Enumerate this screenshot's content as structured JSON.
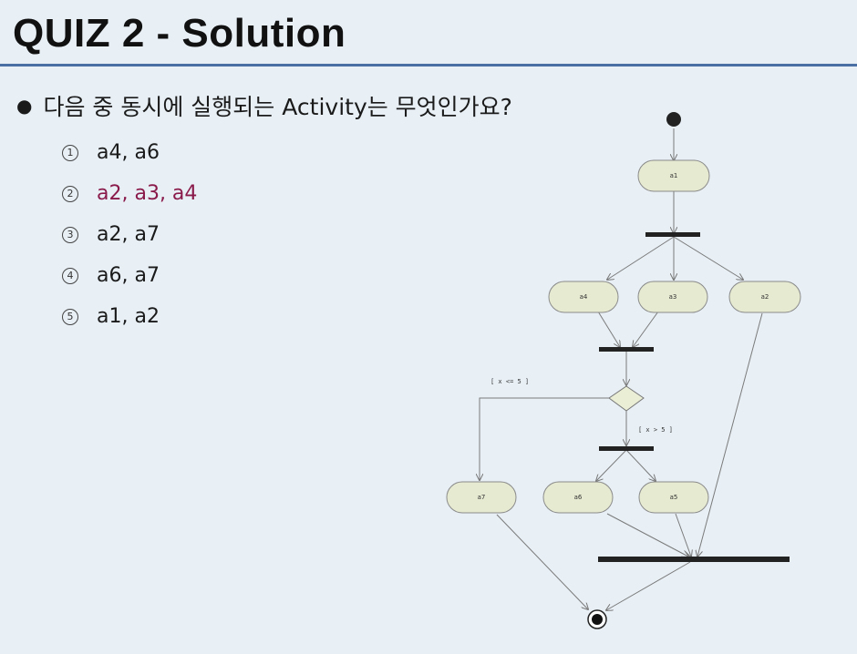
{
  "title": "QUIZ 2 - Solution",
  "question": {
    "bullet": "●",
    "text": "다음 중 동시에 실행되는 Activity는 무엇인가요?"
  },
  "options": [
    {
      "num": "1",
      "text": "a4, a6"
    },
    {
      "num": "2",
      "text": "a2, a3, a4"
    },
    {
      "num": "3",
      "text": "a2, a7"
    },
    {
      "num": "4",
      "text": "a6, a7"
    },
    {
      "num": "5",
      "text": "a1, a2"
    }
  ],
  "diagram": {
    "nodes": {
      "a1": "a1",
      "a2": "a2",
      "a3": "a3",
      "a4": "a4",
      "a5": "a5",
      "a6": "a6",
      "a7": "a7"
    },
    "guards": {
      "left": "[ x <= 5 ]",
      "right": "[ x > 5 ]"
    }
  }
}
